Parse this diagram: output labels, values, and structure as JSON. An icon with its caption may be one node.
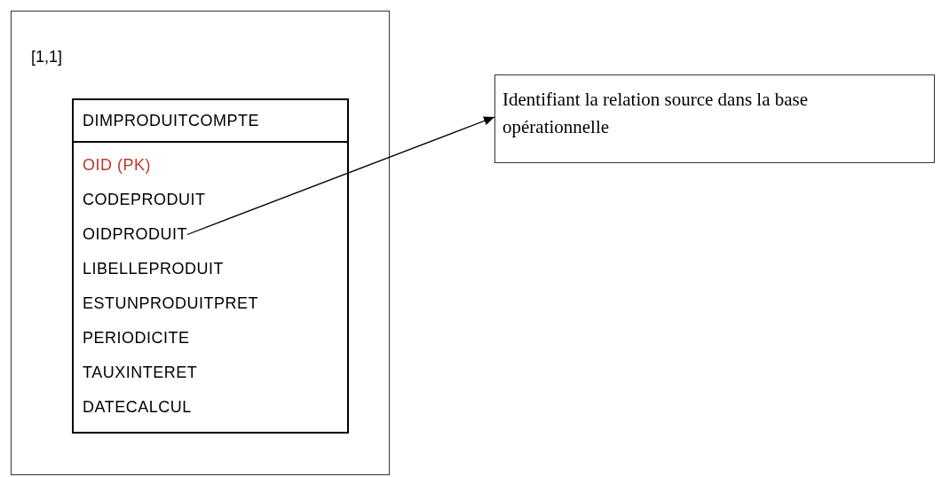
{
  "diagram": {
    "nodes": [
      {
        "text": [
          "[1,1]"
        ]
      },
      {
        "text": [
          "DIMPRODUITCOMPTE"
        ],
        "in": 0
      },
      {
        "text": [
          "OID (PK)"
        ],
        "in": 1
      },
      {
        "text": [
          "CODEPRODUIT"
        ],
        "in": 1
      },
      {
        "text": [
          "OIDPRODUIT"
        ],
        "in": 1
      },
      {
        "text": [
          "LIBELLEPRODUIT"
        ],
        "in": 1
      },
      {
        "text": [
          "ESTUNPRODUITPRET"
        ],
        "in": 1
      },
      {
        "text": [
          "PERIODICITE"
        ],
        "in": 1
      },
      {
        "text": [
          "TAUXINTERET"
        ],
        "in": 1
      },
      {
        "text": [
          "DATECALCUL"
        ],
        "in": 1
      },
      {
        "text": [
          "Identifiant la relation source dans la base opérationnelle"
        ]
      }
    ],
    "edges": [
      {
        "from": 4,
        "to": 10,
        "arrow": "to"
      }
    ]
  }
}
